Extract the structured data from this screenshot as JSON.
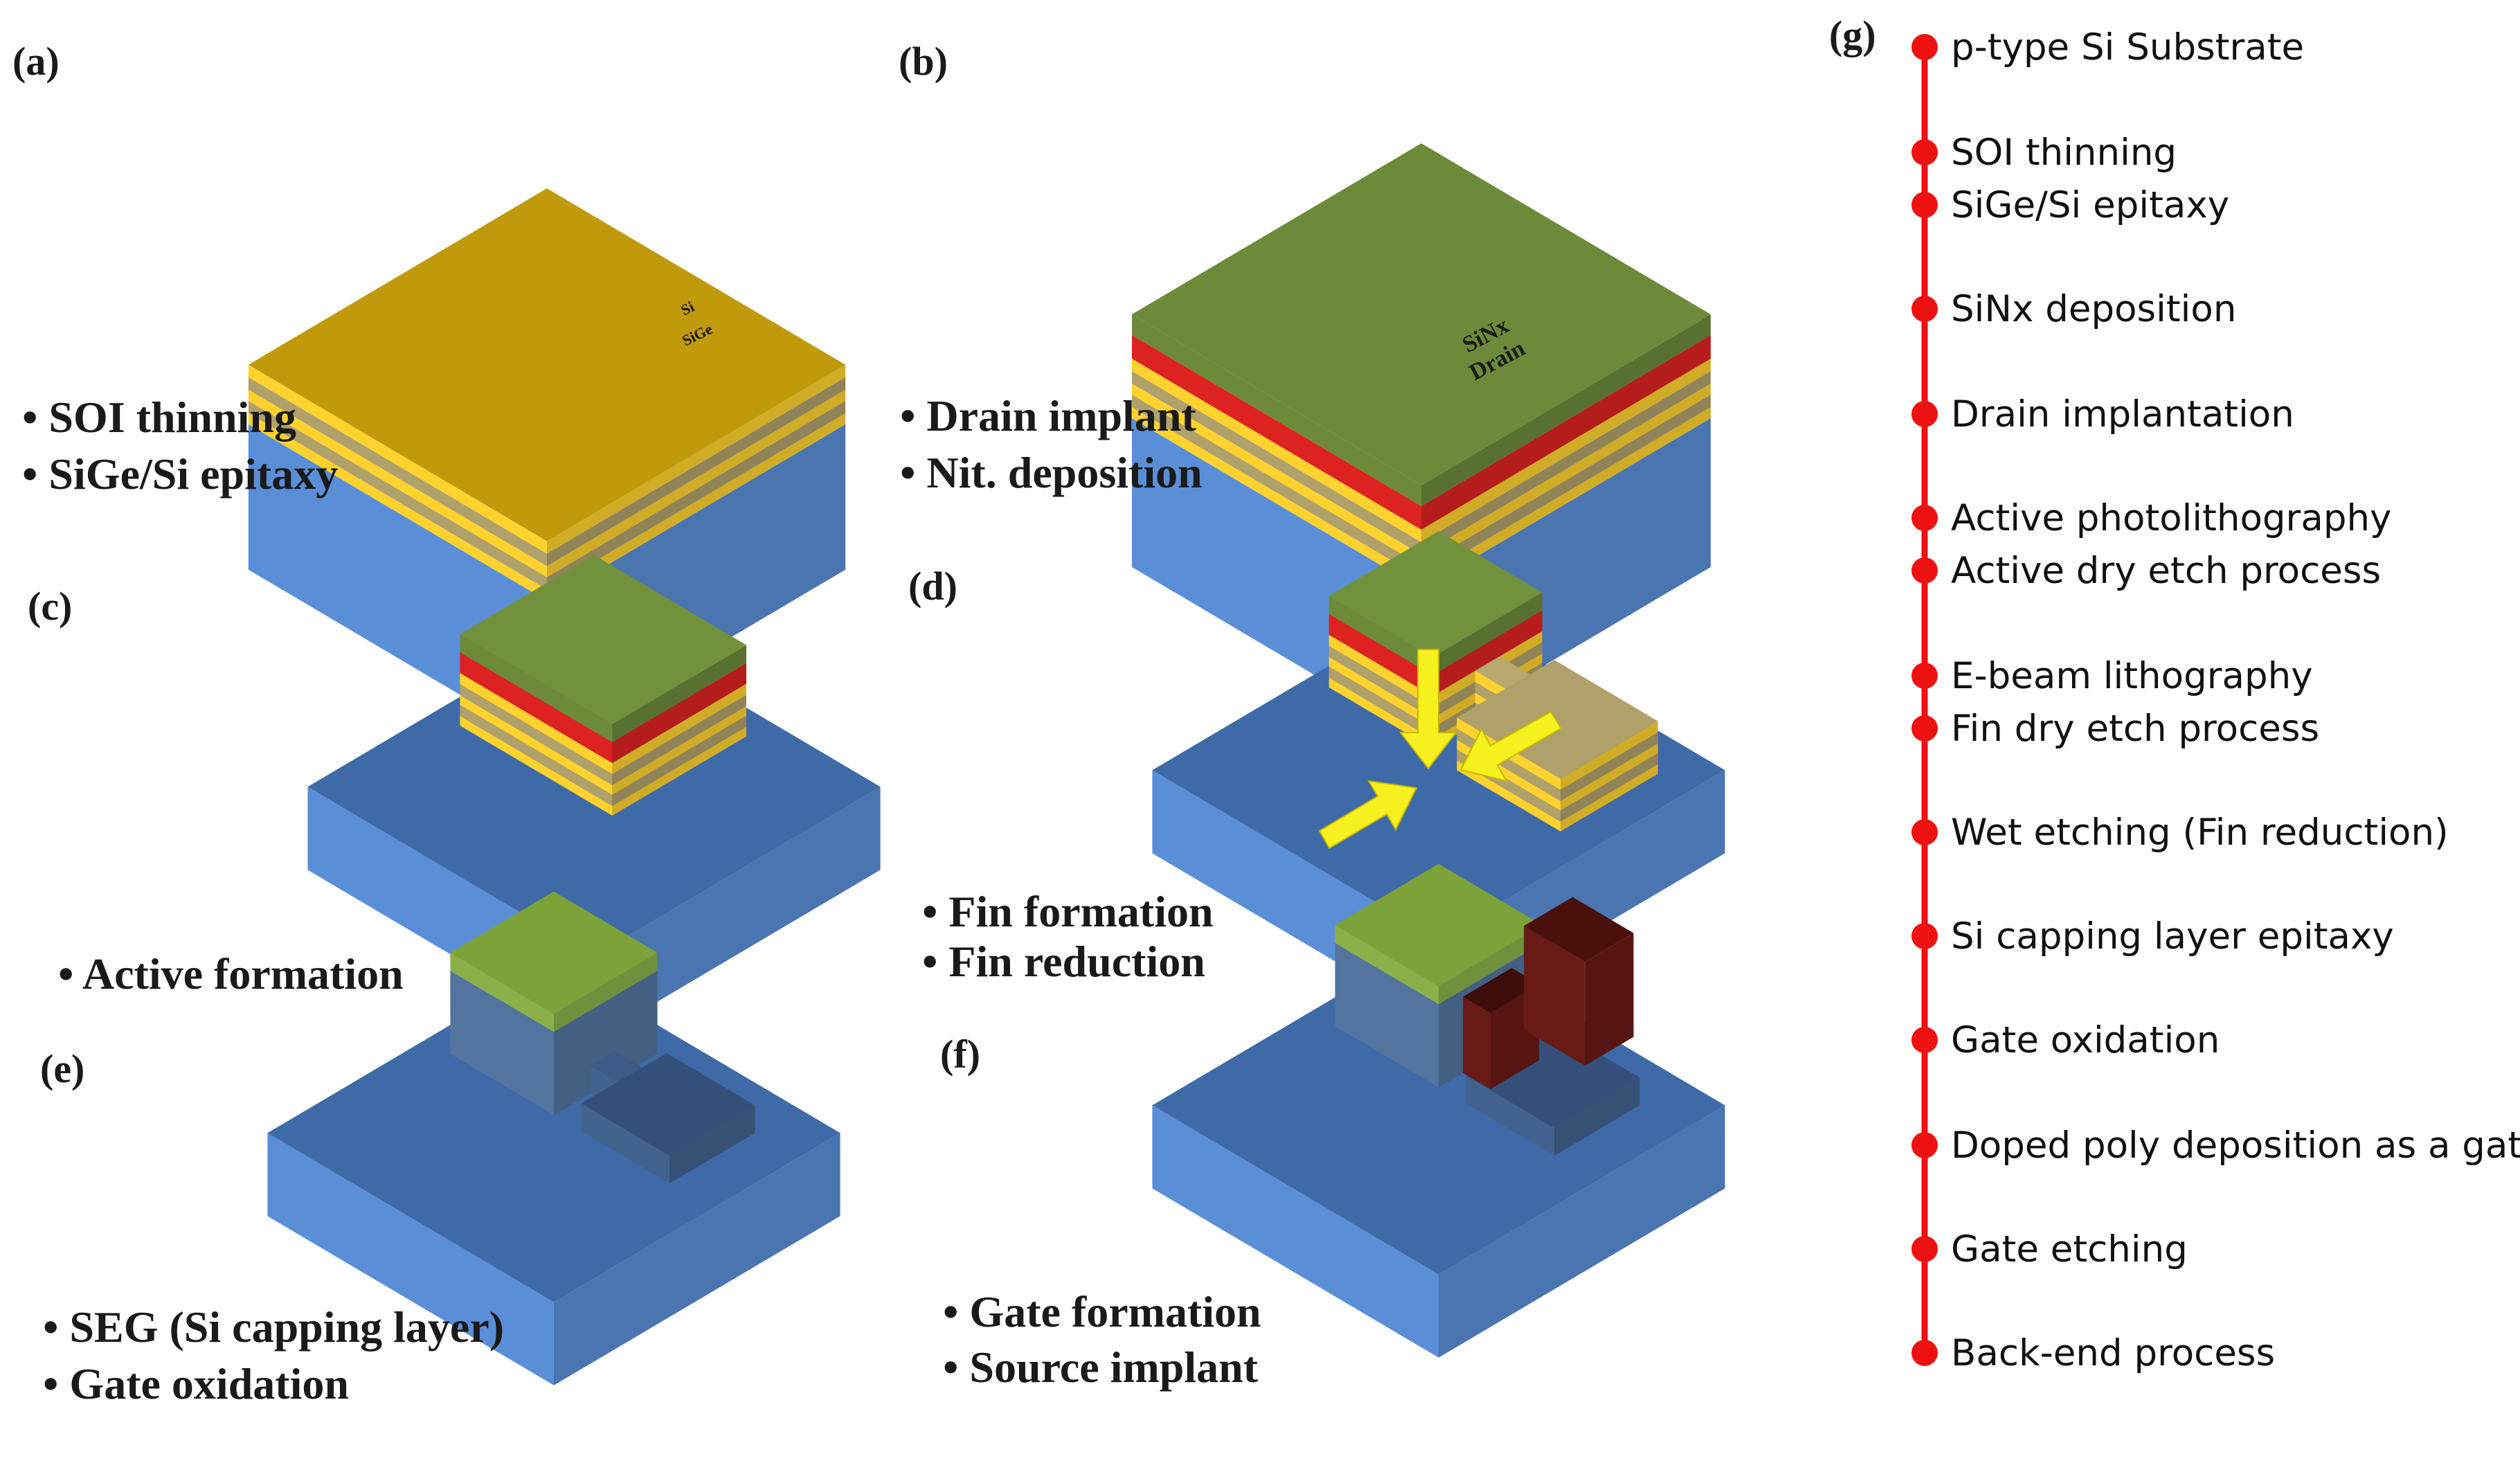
{
  "panels": {
    "a": {
      "label": "(a)",
      "captions": [
        "• SOI thinning",
        "• SiGe/Si epitaxy"
      ],
      "layer_labels": [
        "Si",
        "SiGe"
      ]
    },
    "b": {
      "label": "(b)",
      "captions": [
        "• Drain implant",
        "• Nit. deposition"
      ],
      "layer_labels": [
        "SiNx",
        "Drain"
      ]
    },
    "c": {
      "label": "(c)",
      "captions": [
        "• Active formation"
      ]
    },
    "d": {
      "label": "(d)",
      "captions": [
        "• Fin formation",
        "• Fin reduction"
      ]
    },
    "e": {
      "label": "(e)",
      "captions": [
        "• SEG (Si capping layer)",
        "• Gate oxidation"
      ]
    },
    "f": {
      "label": "(f)",
      "captions": [
        "• Gate formation",
        "• Source implant"
      ]
    }
  },
  "flow": {
    "label": "(g)",
    "steps": [
      "p-type Si Substrate",
      "SOI thinning",
      "SiGe/Si epitaxy",
      "SiNx deposition",
      "Drain implantation",
      "Active photolithography",
      "Active dry etch process",
      "E-beam lithography",
      "Fin dry etch process",
      "Wet etching (Fin reduction)",
      "Si capping layer epitaxy",
      "Gate oxidation",
      "Doped poly deposition as a gate",
      "Gate etching",
      "Back-end process"
    ],
    "line_color": "#ee1111"
  },
  "colors": {
    "substrate": "#5a8fd8",
    "sige": "#b0a06a",
    "si": "#ffd22e",
    "drain": "#dd2222",
    "sinx": "#6d8a3a",
    "gold_top": "#c19a0c",
    "gate": "#6a1a16",
    "arrow": "#f5f01e"
  }
}
